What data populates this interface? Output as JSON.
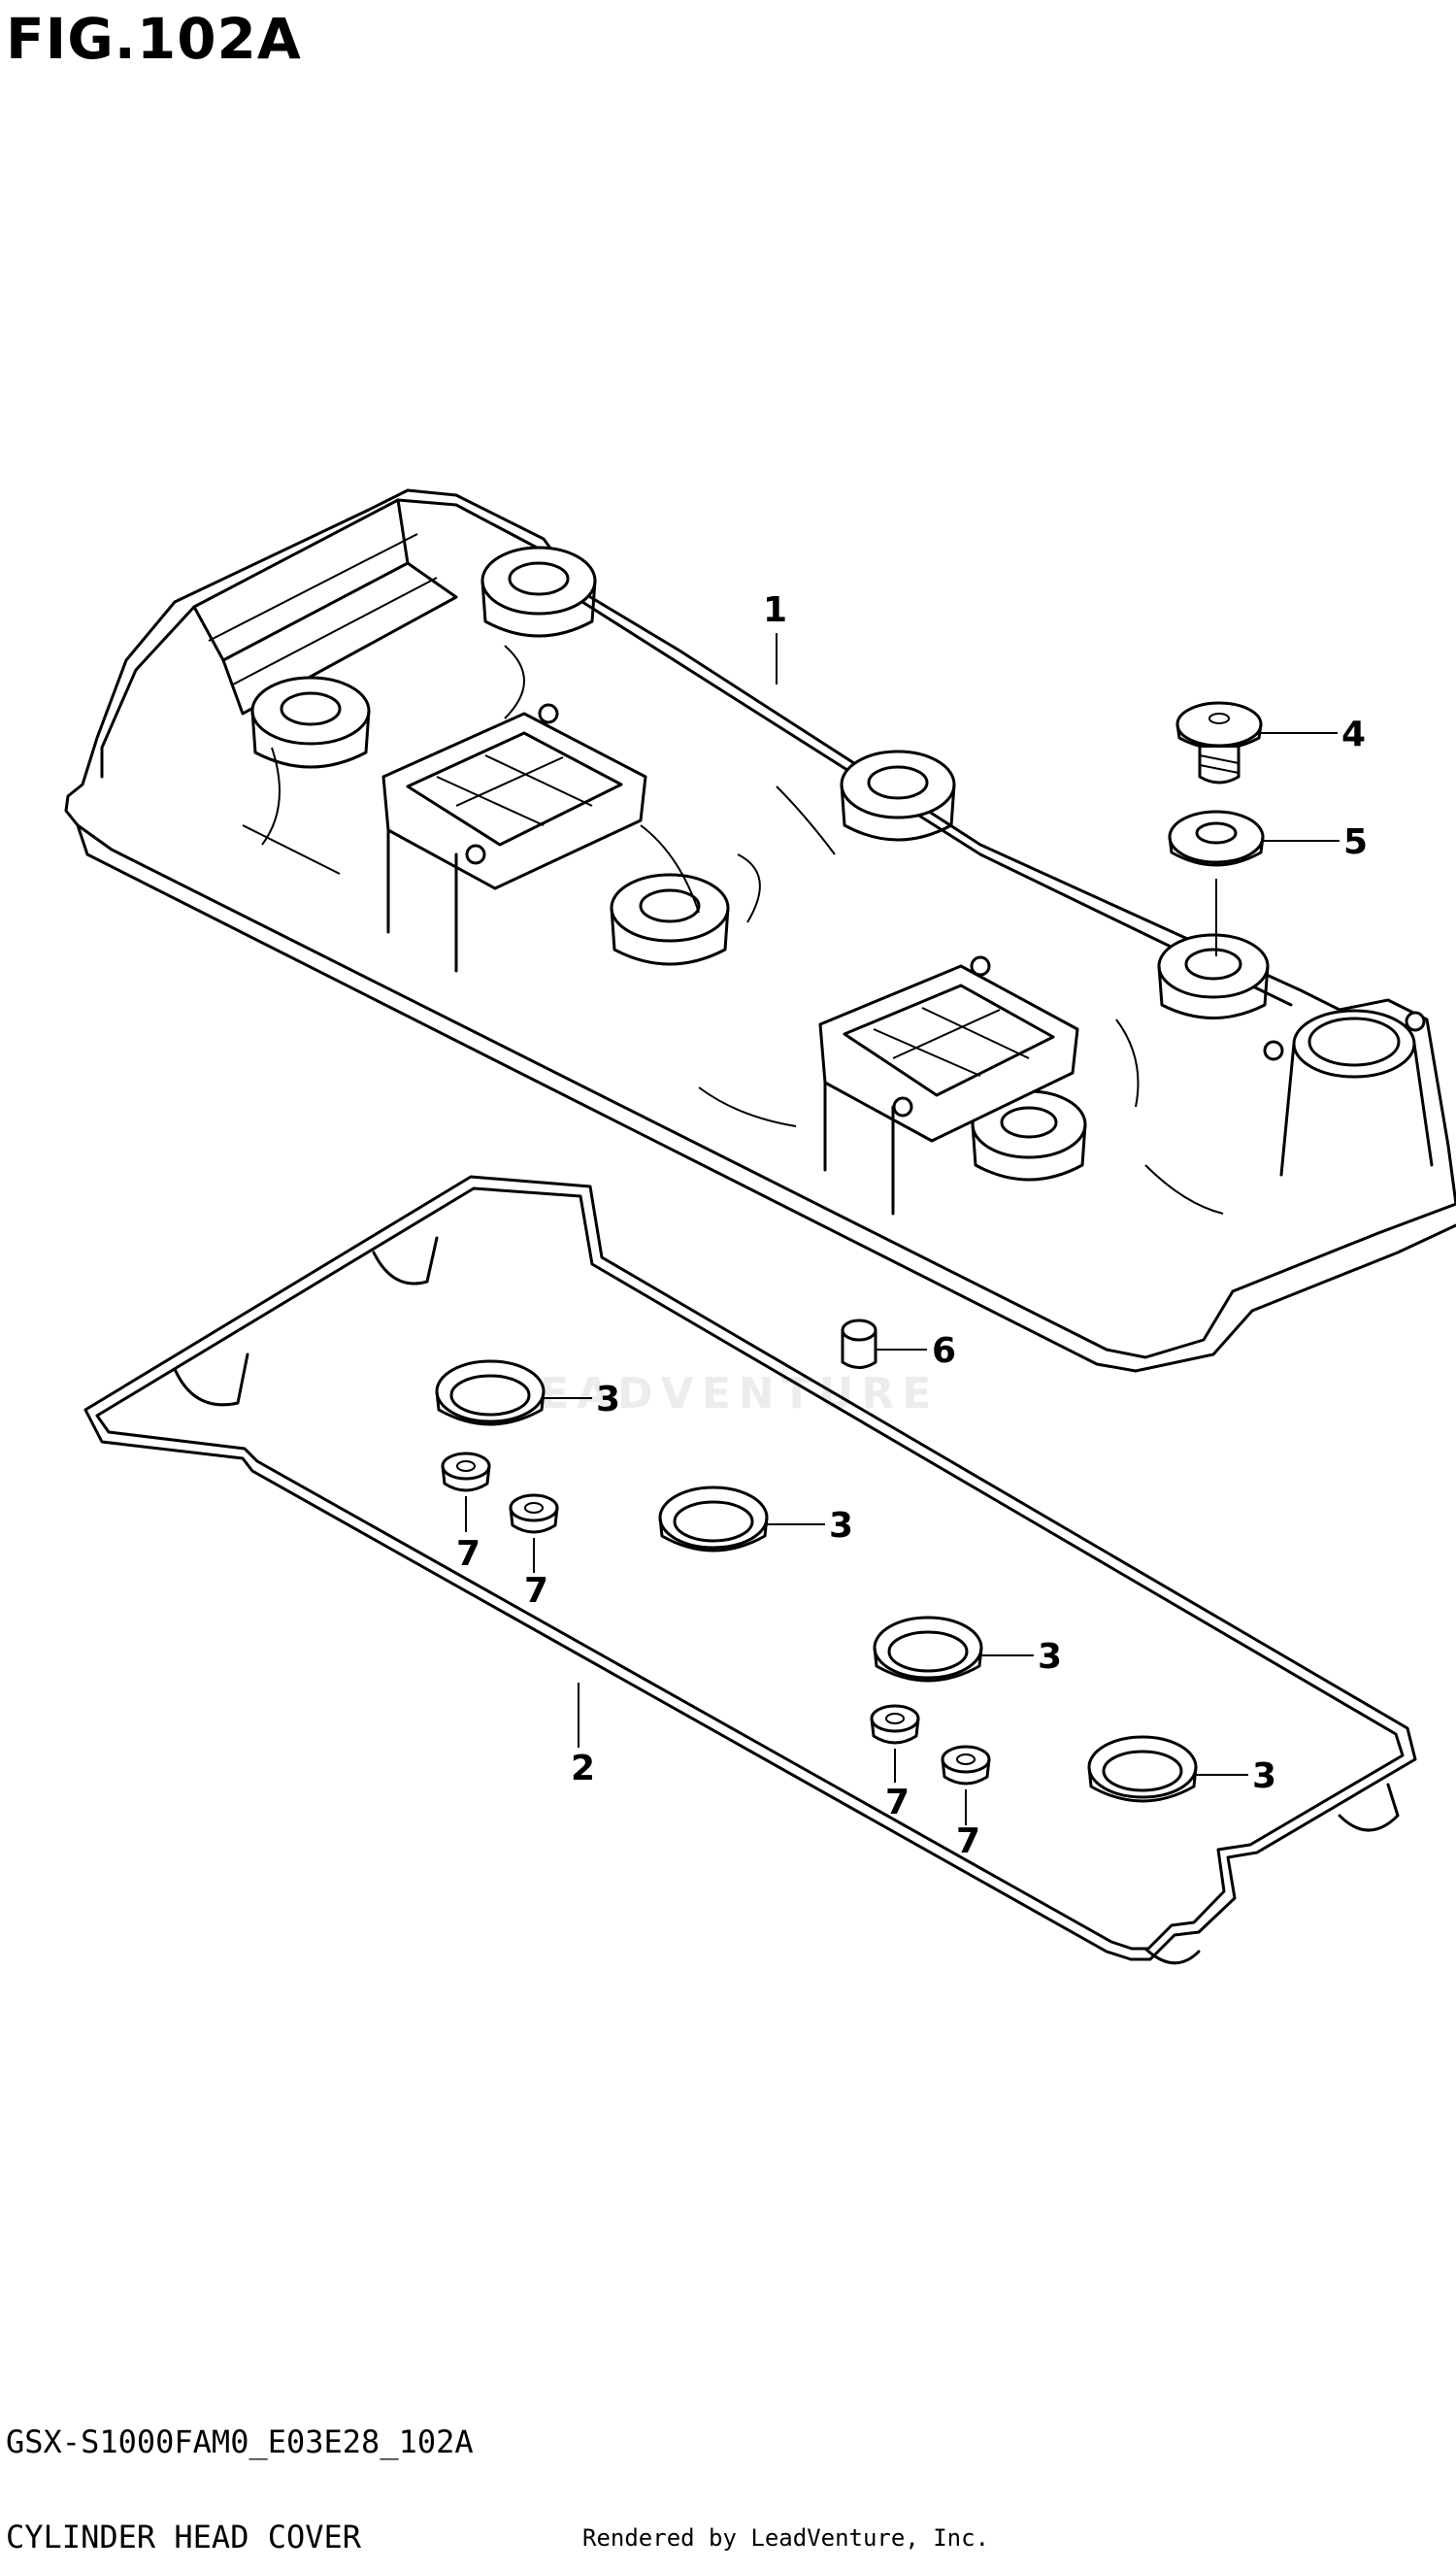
{
  "figure": {
    "title": "FIG.102A",
    "model_code": "GSX-S1000FAM0_E03E28_102A",
    "section_name": "CYLINDER HEAD COVER",
    "rendered_by": "Rendered by LeadVenture, Inc.",
    "watermark": "LEADVENTURE"
  },
  "callouts": [
    {
      "id": "1",
      "part": "cylinder-head-cover"
    },
    {
      "id": "2",
      "part": "head-cover-gasket"
    },
    {
      "id": "3",
      "part": "plug-hole-gasket"
    },
    {
      "id": "4",
      "part": "bolt"
    },
    {
      "id": "5",
      "part": "bolt-seal-washer"
    },
    {
      "id": "6",
      "part": "dowel-pin"
    },
    {
      "id": "7",
      "part": "grommet"
    }
  ]
}
